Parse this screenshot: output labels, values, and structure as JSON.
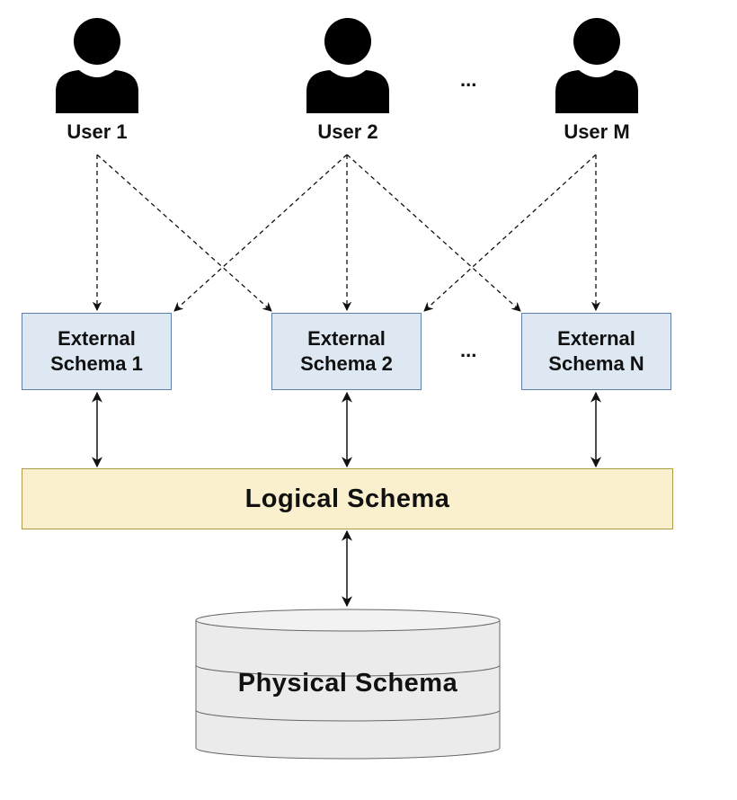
{
  "users": [
    {
      "label": "User 1"
    },
    {
      "label": "User 2"
    },
    {
      "label": "User M"
    }
  ],
  "user_ellipsis": "...",
  "external_schemas": [
    {
      "line1": "External",
      "line2": "Schema 1"
    },
    {
      "line1": "External",
      "line2": "Schema 2"
    },
    {
      "line1": "External",
      "line2": "Schema N"
    }
  ],
  "schema_ellipsis": "...",
  "logical_schema": "Logical Schema",
  "physical_schema": "Physical Schema",
  "colors": {
    "external_fill": "#dde8f3",
    "external_border": "#5f7fa8",
    "logical_fill": "#fbf0ce",
    "logical_border": "#b59a4a",
    "cylinder_fill": "#ebebeb",
    "cylinder_border": "#666666"
  }
}
